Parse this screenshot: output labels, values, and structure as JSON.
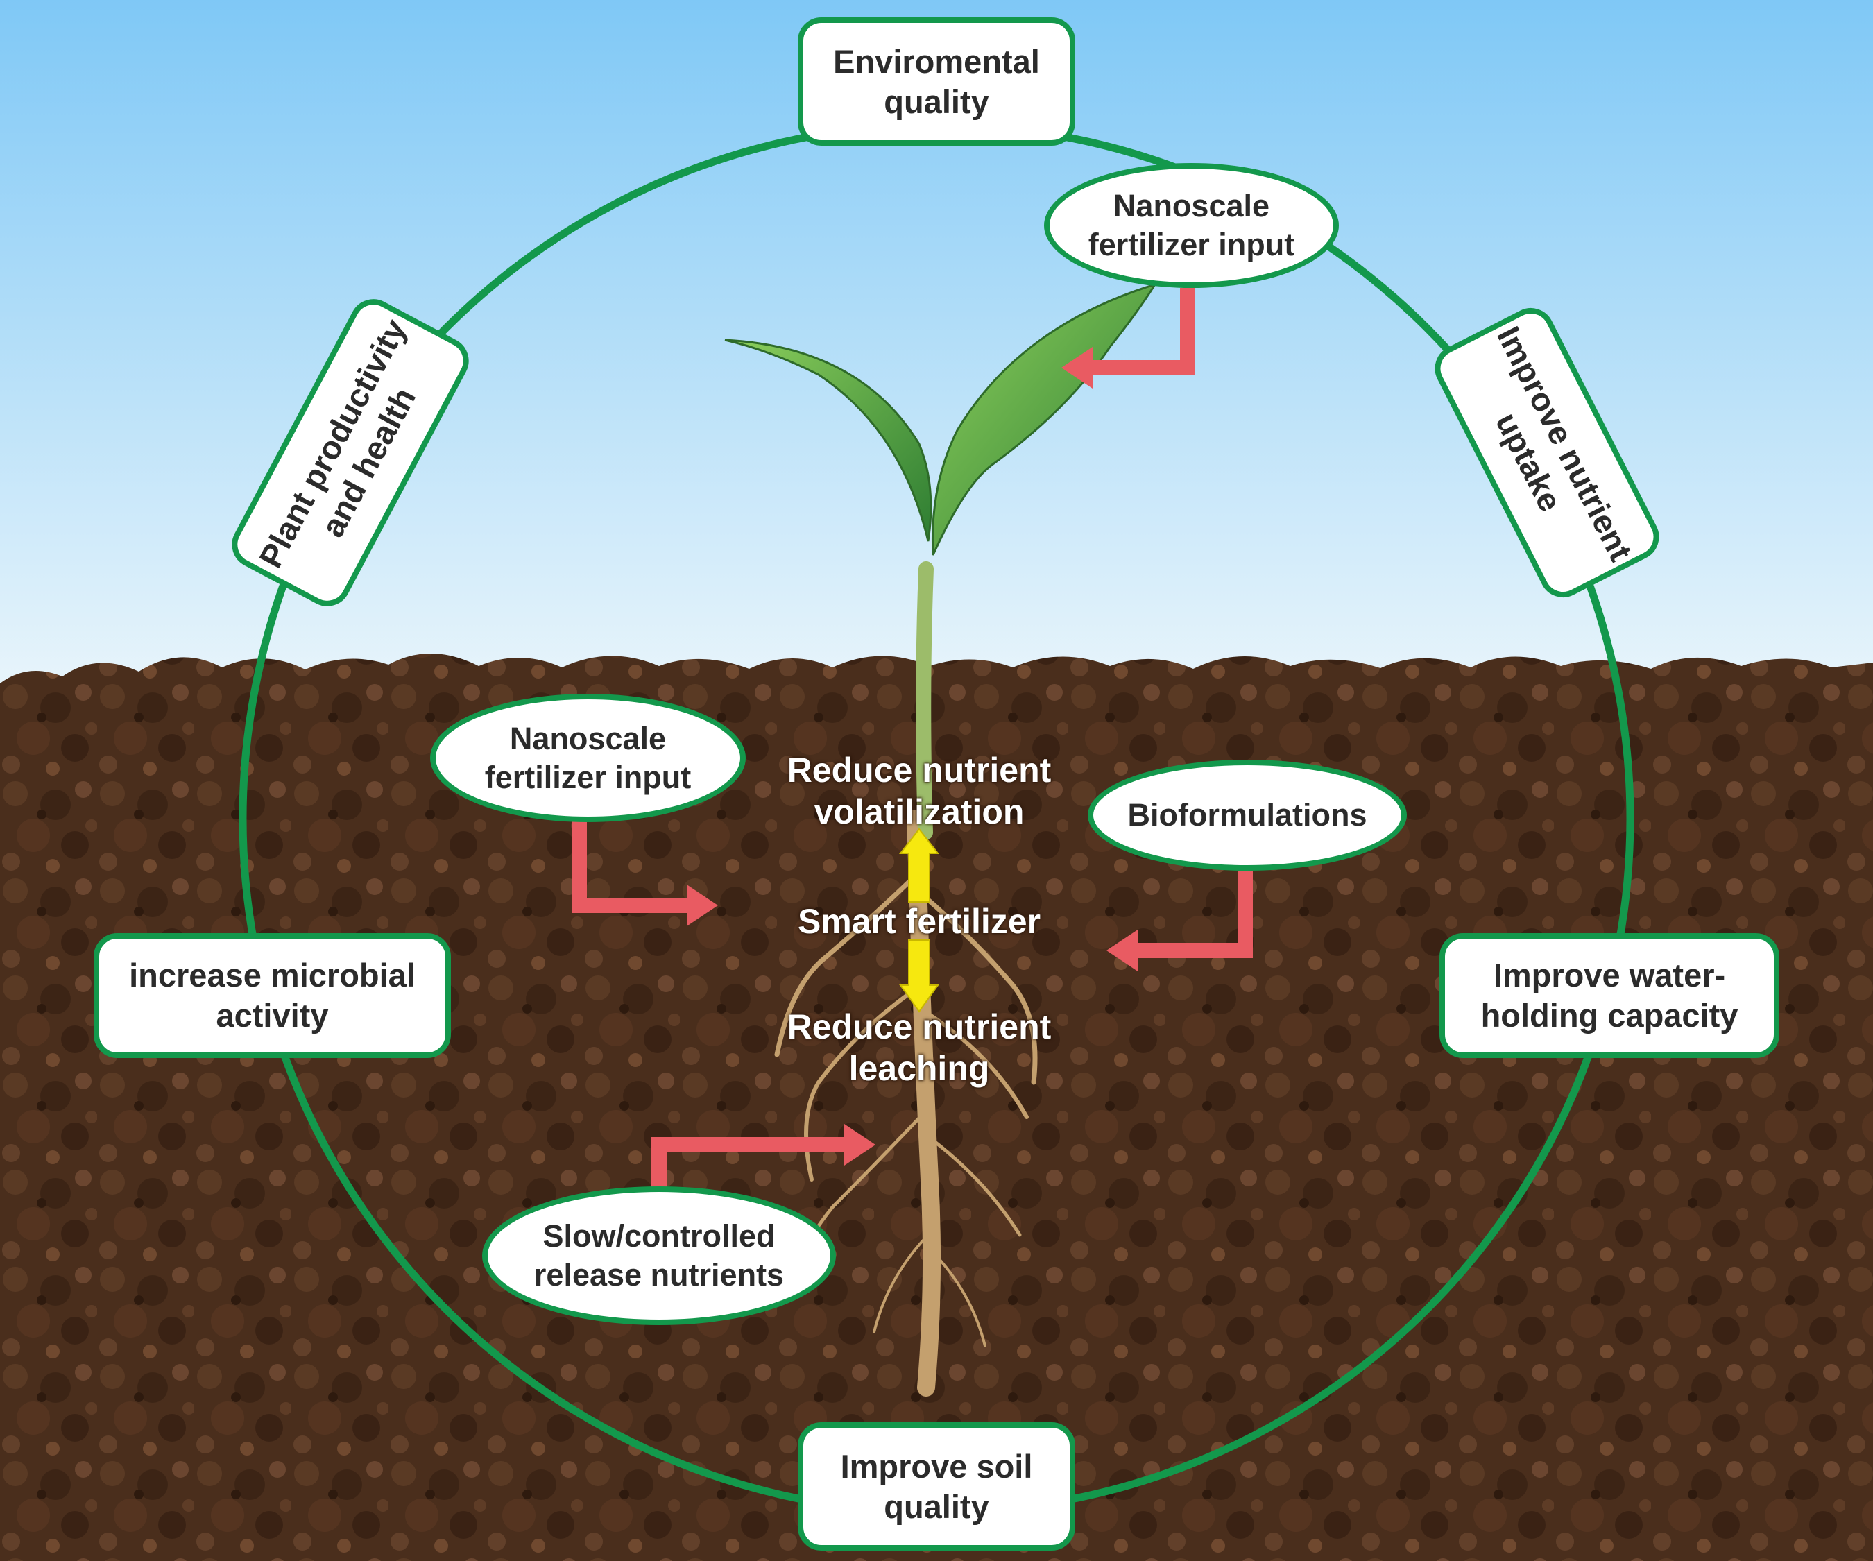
{
  "colors": {
    "sky_top": "#7fc8f6",
    "sky_bottom": "#e9f5fb",
    "soil": "#4a2e1c",
    "ring": "#13984c",
    "arrow_red": "#e95b62",
    "arrow_yellow": "#f6e80f",
    "text_dark": "#2b2b2b",
    "text_light": "#ffffff"
  },
  "icons": [
    "plant-seedling-icon",
    "red-elbow-arrow-icon",
    "yellow-double-arrow-icon"
  ],
  "cycle_boxes": {
    "top": [
      "Enviromental",
      "quality"
    ],
    "upper_right": [
      "Improve nutrient",
      "uptake"
    ],
    "right": [
      "Improve water-",
      "holding capacity"
    ],
    "bottom": [
      "Improve soil",
      "quality"
    ],
    "left": [
      "increase microbial",
      "activity"
    ],
    "upper_left": [
      "Plant productivity",
      "and health"
    ]
  },
  "inputs": {
    "foliar": [
      "Nanoscale",
      "fertilizer input"
    ],
    "soil": [
      "Nanoscale",
      "fertilizer input"
    ],
    "bio": "Bioformulations",
    "slow_release": [
      "Slow/controlled",
      "release nutrients"
    ]
  },
  "center": {
    "top": [
      "Reduce nutrient",
      "volatilization"
    ],
    "middle": "Smart fertilizer",
    "bottom": [
      "Reduce nutrient",
      "leaching"
    ]
  }
}
